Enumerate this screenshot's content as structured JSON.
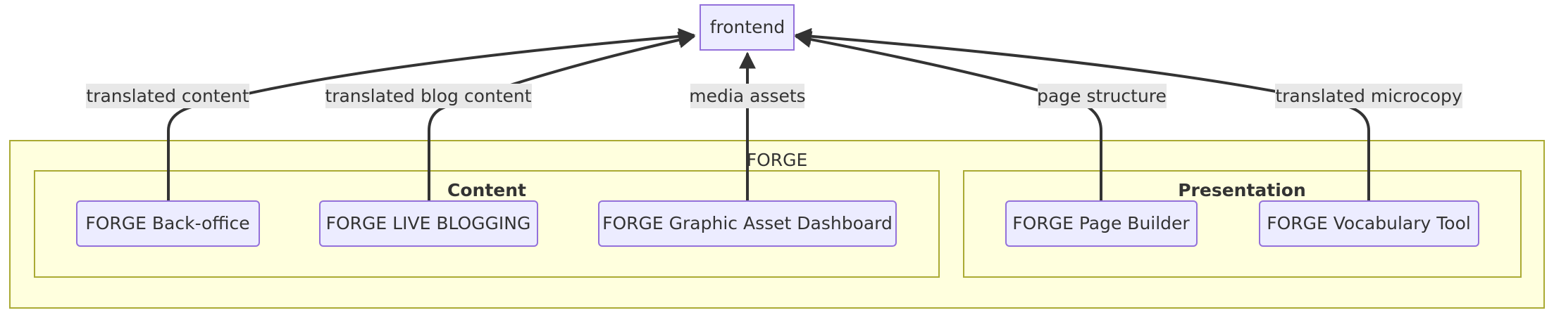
{
  "diagram": {
    "type": "flowchart",
    "direction": "bottom-to-top",
    "colors": {
      "node_fill": "#ECECFF",
      "node_stroke": "#9370DB",
      "cluster_fill": "#FFFFDE",
      "cluster_stroke": "#AAAA33",
      "edge": "#333333",
      "edge_label_bg": "#E8E8E8",
      "text": "#333333"
    },
    "nodes": {
      "frontend": "frontend",
      "backoffice": "FORGE Back-office",
      "liveblogging": "FORGE LIVE BLOGGING",
      "graphic": "FORGE Graphic Asset Dashboard",
      "pagebuilder": "FORGE Page Builder",
      "vocabulary": "FORGE Vocabulary Tool"
    },
    "clusters": {
      "forge": "FORGE",
      "content": "Content",
      "presentation": "Presentation"
    },
    "edges": [
      {
        "from": "backoffice",
        "to": "frontend",
        "label": "translated content"
      },
      {
        "from": "liveblogging",
        "to": "frontend",
        "label": "translated blog content"
      },
      {
        "from": "graphic",
        "to": "frontend",
        "label": "media assets"
      },
      {
        "from": "pagebuilder",
        "to": "frontend",
        "label": "page structure"
      },
      {
        "from": "vocabulary",
        "to": "frontend",
        "label": "translated microcopy"
      }
    ]
  }
}
